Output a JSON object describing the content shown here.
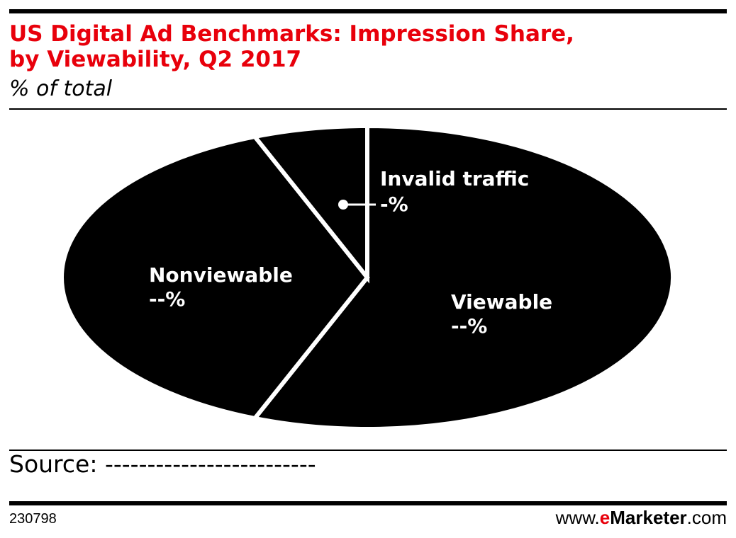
{
  "title_line1": "US Digital Ad Benchmarks: Impression Share,",
  "title_line2": "by Viewability, Q2 2017",
  "subtitle": "% of total",
  "source": "Source: -------------------------",
  "chart_id": "230798",
  "brand": {
    "prefix": "www.",
    "e": "e",
    "name": "Marketer",
    "suffix": ".com"
  },
  "colors": {
    "title": "#e8000b",
    "slice": "#000000",
    "separator": "#ffffff"
  },
  "chart_data": {
    "type": "pie",
    "title": "US Digital Ad Benchmarks: Impression Share, by Viewability, Q2 2017",
    "subtitle": "% of total",
    "slices": [
      {
        "name": "Viewable",
        "label": "Viewable",
        "value_label": "--%",
        "value": 56
      },
      {
        "name": "Nonviewable",
        "label": "Nonviewable",
        "value_label": "--%",
        "value": 38
      },
      {
        "name": "Invalid traffic",
        "label": "Invalid traffic",
        "value_label": "-%",
        "value": 6
      }
    ]
  }
}
